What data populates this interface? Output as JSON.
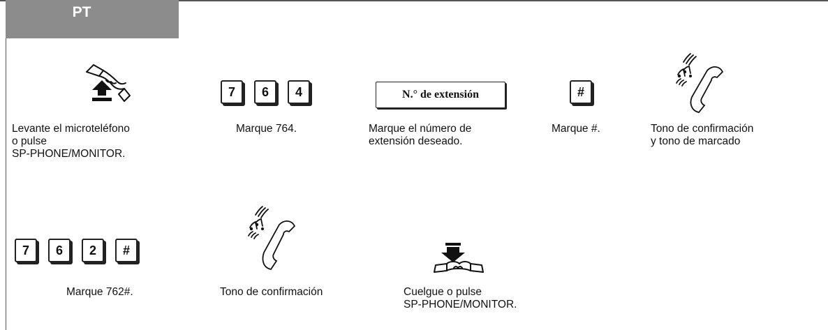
{
  "tab": {
    "label": "PT"
  },
  "keys": {
    "seq1": [
      "7",
      "6",
      "4"
    ],
    "hash": "#",
    "seq2": [
      "7",
      "6",
      "2",
      "#"
    ]
  },
  "extension_box": "N.° de extensión",
  "steps": {
    "lift": [
      "Levante el microteléfono",
      "o pulse",
      "SP-PHONE/MONITOR."
    ],
    "dial764": "Marque 764.",
    "dial_ext": [
      "Marque el número de",
      "extensión deseado."
    ],
    "dial_hash": "Marque #.",
    "tone1": [
      "Tono de confirmación",
      "y tono de marcado"
    ],
    "dial762": "Marque 762#.",
    "tone2": "Tono de confirmación",
    "hangup": [
      "Cuelgue o pulse",
      "SP-PHONE/MONITOR."
    ]
  },
  "icons": [
    "handset-lift-icon",
    "confirmation-tone-icon",
    "handset-hangup-icon"
  ]
}
